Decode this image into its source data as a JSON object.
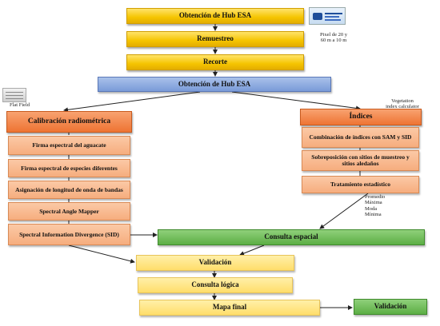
{
  "nodes": {
    "hub_top": "Obtención de Hub ESA",
    "remuestreo": "Remuestreo",
    "recorte": "Recorte",
    "hub_second": "Obtención de Hub ESA",
    "calibracion": "Calibración radiométrica",
    "firma_aguacate": "Firma espectral del aguacate",
    "firma_especies": "Firma espectral de especies diferentes",
    "asignacion": "Asignación de longitud de onda de bandas",
    "sam": "Spectral Angle Mapper",
    "sid": "Spectral Information Divergence (SID)",
    "indices": "Índices",
    "combinacion": "Combinación de índices con SAM y SID",
    "sobreposicion": "Sobreposición con sitios de muestreo y sitios aledaños",
    "tratamiento": "Tratamiento estadístico",
    "consulta_espacial": "Consulta espacial",
    "validacion": "Validación",
    "consulta_logica": "Consulta lógica",
    "mapa_final": "Mapa final",
    "validacion_green": "Validación"
  },
  "notes": {
    "pixel_line1": "Pixel de 20 y",
    "pixel_line2": "60 m a 10 m",
    "flat_field": "Flat Field",
    "vegetation_line1": "Vegetation",
    "vegetation_line2": "index calculator",
    "stat_promedio": "Promedio",
    "stat_maxima": "Máxima",
    "stat_moda": "Moda",
    "stat_minima": "Mínima"
  },
  "colors": {
    "yellow": "#f5c400",
    "blue": "#7a9bd8",
    "orange": "#ee7433",
    "peach": "#f6ad7e",
    "green": "#5cae44"
  }
}
